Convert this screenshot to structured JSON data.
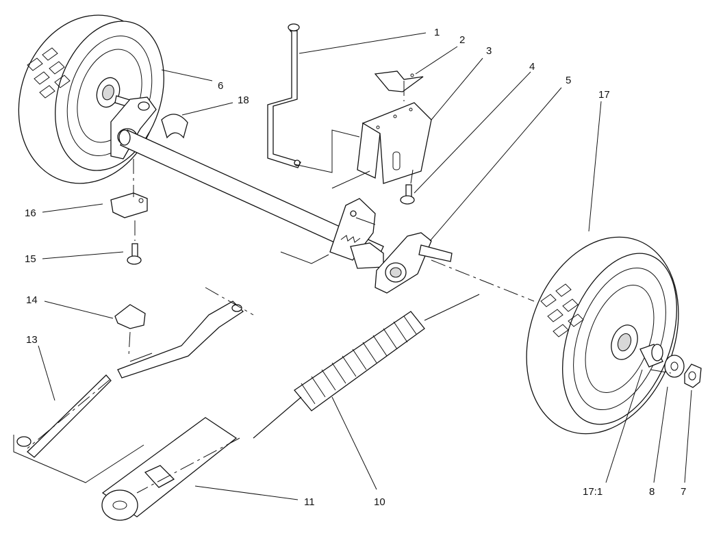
{
  "callouts": {
    "c1": "1",
    "c2": "2",
    "c3": "3",
    "c4": "4",
    "c5": "5",
    "c6": "6",
    "c7": "7",
    "c8": "8",
    "c10": "10",
    "c11": "11",
    "c13": "13",
    "c14": "14",
    "c15": "15",
    "c16": "16",
    "c17": "17",
    "c171": "17:1",
    "c18": "18"
  }
}
